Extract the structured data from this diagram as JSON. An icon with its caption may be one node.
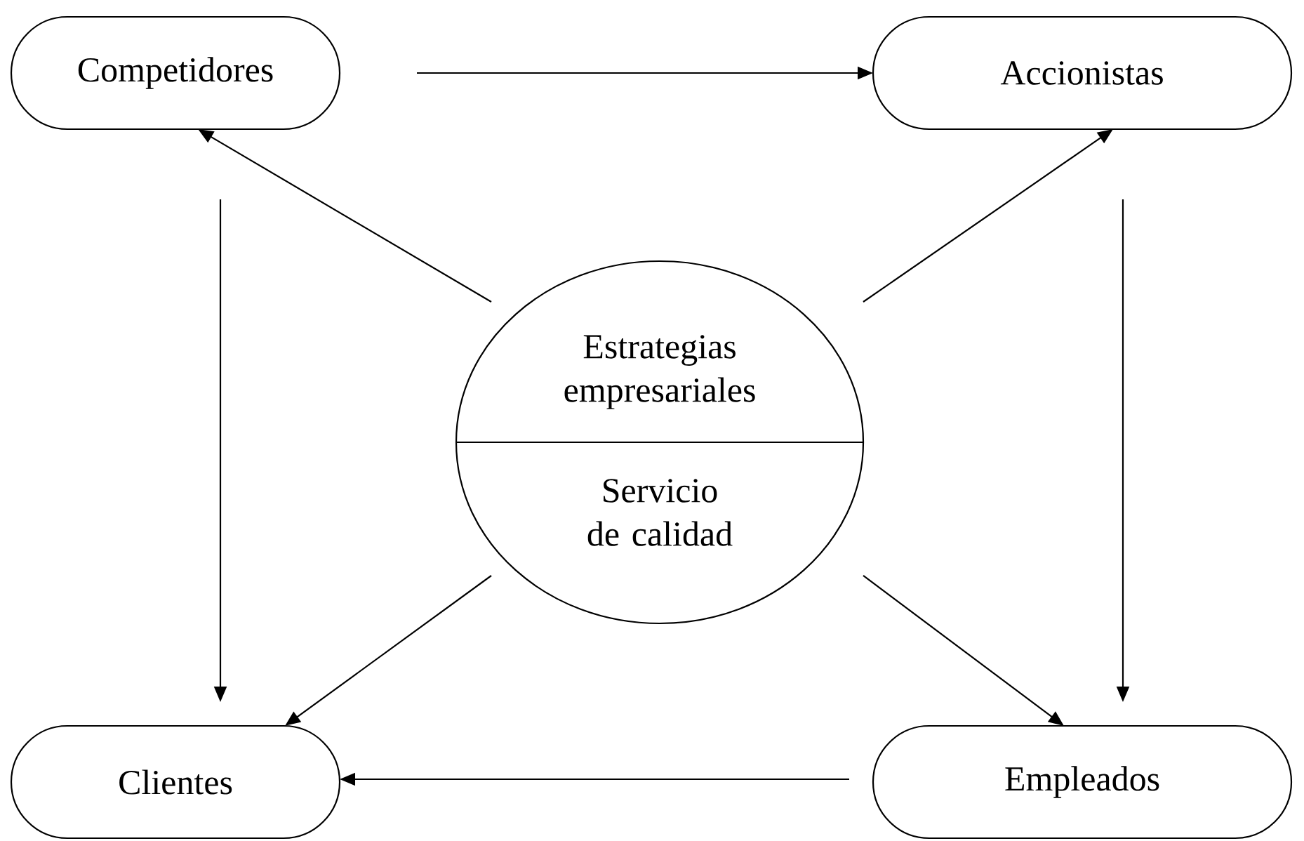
{
  "diagram": {
    "nodes": [
      {
        "text": [
          "Competidores"
        ]
      },
      {
        "text": [
          "Accionistas"
        ]
      },
      {
        "text": [
          "Clientes"
        ]
      },
      {
        "text": [
          "Empleados"
        ]
      },
      {
        "text": [
          "Estrategias empresariales",
          "Servicio de calidad"
        ]
      }
    ],
    "edges": [
      {
        "from": 0,
        "to": 1,
        "arrow": "to"
      },
      {
        "from": 0,
        "to": 2,
        "arrow": "to"
      },
      {
        "from": 1,
        "to": 3,
        "arrow": "to"
      },
      {
        "from": 3,
        "to": 2,
        "arrow": "to"
      },
      {
        "from": 4,
        "to": 0,
        "arrow": "to"
      },
      {
        "from": 4,
        "to": 1,
        "arrow": "to"
      },
      {
        "from": 4,
        "to": 2,
        "arrow": "to"
      },
      {
        "from": 4,
        "to": 3,
        "arrow": "to"
      }
    ]
  }
}
